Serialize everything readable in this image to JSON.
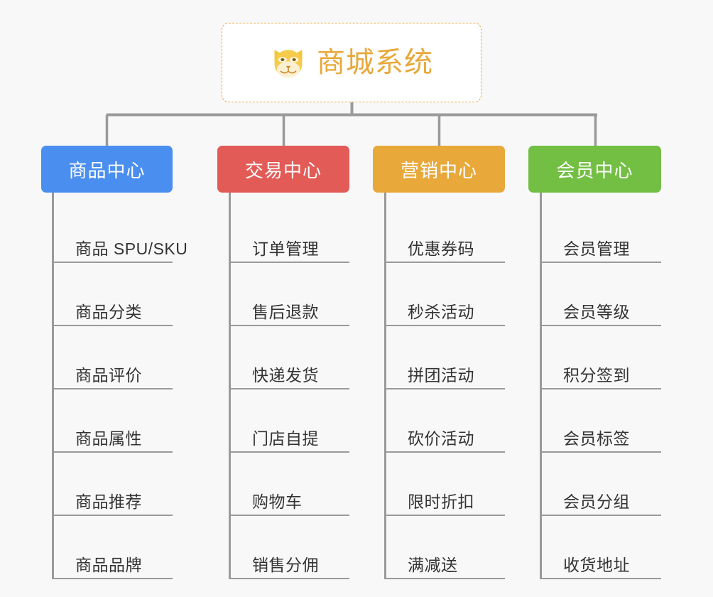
{
  "diagram": {
    "type": "mindmap-tree",
    "background_color": "#f8f8f8",
    "root": {
      "title": "商城系统",
      "icon": "dog-face-icon",
      "text_color": "#e8a83a",
      "border_color": "#e8a83a",
      "border_style": "dashed",
      "background_color": "#ffffff"
    },
    "branches": [
      {
        "label": "商品中心",
        "color": "#4a8ef0",
        "items": [
          "商品 SPU/SKU",
          "商品分类",
          "商品评价",
          "商品属性",
          "商品推荐",
          "商品品牌"
        ]
      },
      {
        "label": "交易中心",
        "color": "#e35b56",
        "items": [
          "订单管理",
          "售后退款",
          "快递发货",
          "门店自提",
          "购物车",
          "销售分佣"
        ]
      },
      {
        "label": "营销中心",
        "color": "#e8a83a",
        "items": [
          "优惠券码",
          "秒杀活动",
          "拼团活动",
          "砍价活动",
          "限时折扣",
          "满减送"
        ]
      },
      {
        "label": "会员中心",
        "color": "#73bf44",
        "items": [
          "会员管理",
          "会员等级",
          "积分签到",
          "会员标签",
          "会员分组",
          "收货地址"
        ]
      }
    ],
    "connector_color": "#9a9a9a"
  }
}
